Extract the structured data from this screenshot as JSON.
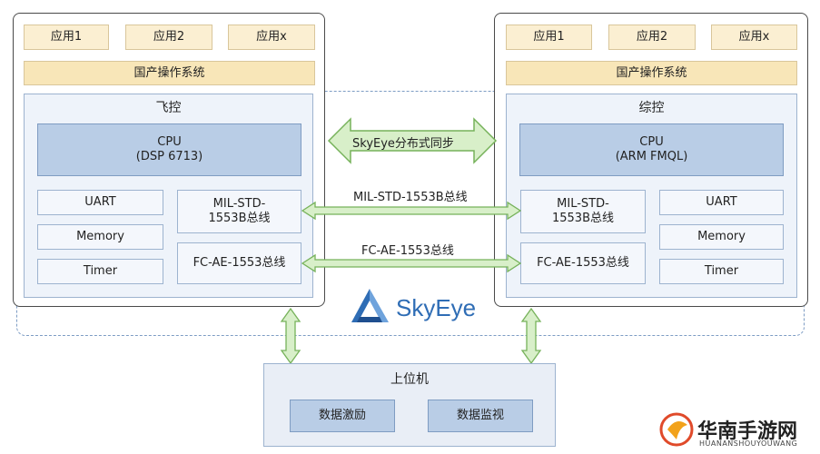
{
  "left_system": {
    "apps": [
      "应用1",
      "应用2",
      "应用x"
    ],
    "os": "国产操作系统",
    "board_title": "飞控",
    "cpu": "CPU\n(DSP 6713)",
    "modules_left": [
      "UART",
      "Memory",
      "Timer"
    ],
    "bus1": "MIL-STD-\n1553B总线",
    "bus2": "FC-AE-1553总线"
  },
  "right_system": {
    "apps": [
      "应用1",
      "应用2",
      "应用x"
    ],
    "os": "国产操作系统",
    "board_title": "综控",
    "cpu": "CPU\n(ARM FMQL)",
    "modules_right": [
      "UART",
      "Memory",
      "Timer"
    ],
    "bus1": "MIL-STD-\n1553B总线",
    "bus2": "FC-AE-1553总线"
  },
  "links": {
    "sync": "SkyEye分布式同步",
    "mil": "MIL-STD-1553B总线",
    "fc": "FC-AE-1553总线"
  },
  "brand": {
    "name": "SkyEye"
  },
  "host": {
    "title": "上位机",
    "modules": [
      "数据激励",
      "数据监视"
    ]
  },
  "watermark": {
    "name": "华南手游网",
    "sub": "HUANANSHOUYOUWANG"
  },
  "colors": {
    "arrow_fill": "#d8efc9",
    "arrow_stroke": "#76b25a",
    "dashed_border": "#7d9cc4",
    "brand_blue": "#2f6db5"
  }
}
